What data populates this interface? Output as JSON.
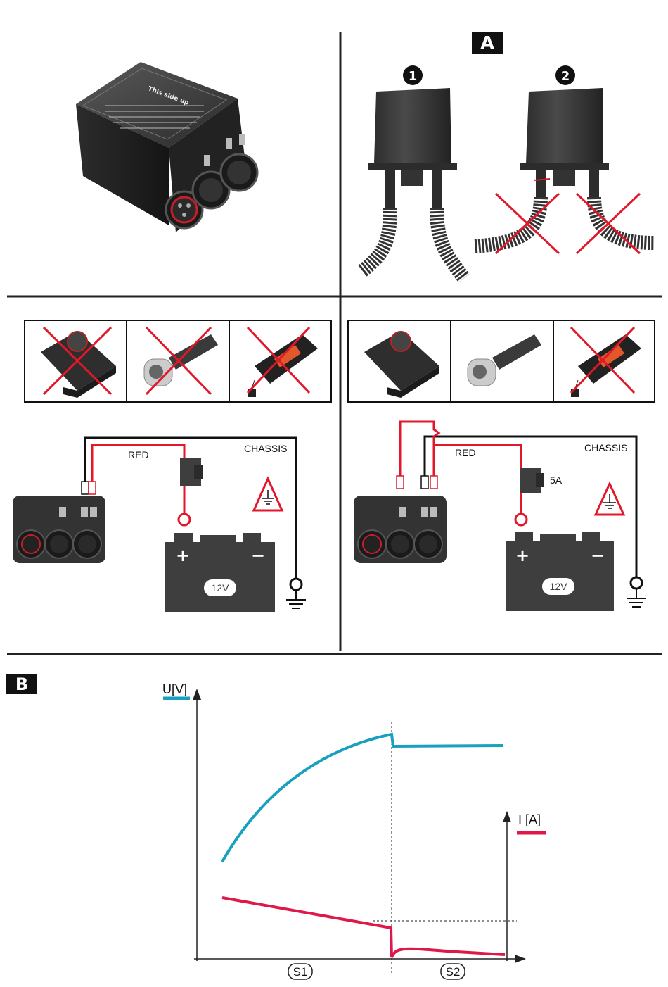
{
  "section_a": {
    "badge": "A",
    "marker_1": "1",
    "marker_2": "2"
  },
  "device_label": "This side up",
  "wiring_left": {
    "red_label": "RED",
    "chassis_label": "CHASSIS",
    "battery_voltage": "12V",
    "plus": "+",
    "minus": "−"
  },
  "wiring_right": {
    "red_label": "RED",
    "chassis_label": "CHASSIS",
    "fuse_label": "5A",
    "battery_voltage": "12V",
    "plus": "+",
    "minus": "−"
  },
  "section_b": {
    "badge": "B",
    "voltage_axis": "U[V]",
    "current_axis": "I [A]",
    "stage_1": "S1",
    "stage_2": "S2"
  },
  "colors": {
    "voltage": "#1aa0bf",
    "current": "#e0184a",
    "wire_red": "#e0182a",
    "dark": "#3e3e3e"
  }
}
